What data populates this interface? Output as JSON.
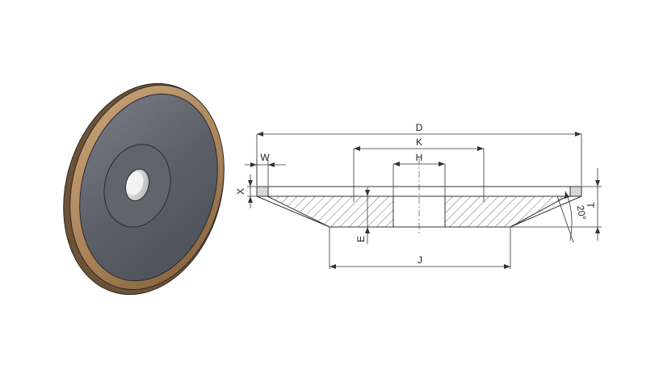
{
  "diagram": {
    "dimension_labels": {
      "D": "D",
      "K": "K",
      "H": "H",
      "W": "W",
      "X": "X",
      "T": "T",
      "E": "E",
      "J": "J",
      "angle": "20°"
    },
    "colors": {
      "bronze_rim": "#b49069",
      "rim_dark": "#6e5234",
      "face": "#5c5f67",
      "face_light": "#6d7079",
      "line": "#333333",
      "hatch": "#444444",
      "segment": "#d8d8d8"
    }
  }
}
